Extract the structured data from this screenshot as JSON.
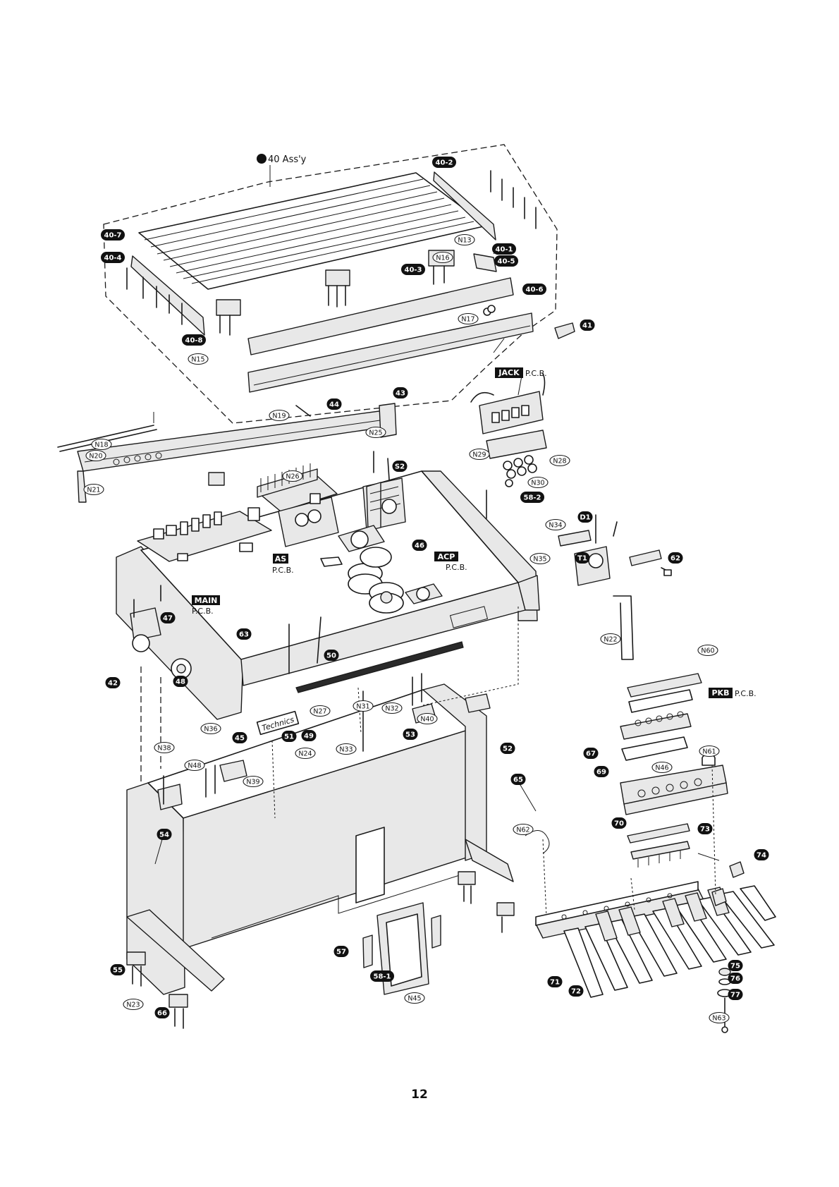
{
  "diagram": {
    "assembly_label": "40 Ass'y",
    "page_number": "12",
    "boards": [
      {
        "id": "jack",
        "tag": "JACK",
        "suffix": "P.C.B."
      },
      {
        "id": "as",
        "tag": "AS",
        "suffix": "P.C.B."
      },
      {
        "id": "acp",
        "tag": "ACP",
        "suffix": "P.C.B."
      },
      {
        "id": "main",
        "tag": "MAIN",
        "suffix": "P.C.B."
      },
      {
        "id": "pkb",
        "tag": "PKB",
        "suffix": "P.C.B."
      }
    ],
    "brand_plate": "Technics",
    "part_callouts": [
      "40-1",
      "40-2",
      "40-3",
      "40-4",
      "40-5",
      "40-6",
      "40-7",
      "40-8",
      "41",
      "42",
      "43",
      "44",
      "45",
      "46",
      "47",
      "48",
      "49",
      "50",
      "51",
      "52",
      "53",
      "54",
      "55",
      "57",
      "58-1",
      "58-2",
      "T1",
      "D1",
      "S2",
      "62",
      "63",
      "65",
      "66",
      "67",
      "69",
      "70",
      "71",
      "72",
      "73",
      "74",
      "75",
      "76",
      "77"
    ],
    "hardware_callouts": [
      "N13",
      "N15",
      "N16",
      "N17",
      "N18",
      "N19",
      "N20",
      "N21",
      "N22",
      "N23",
      "N24",
      "N25",
      "N26",
      "N27",
      "N28",
      "N29",
      "N30",
      "N31",
      "N32",
      "N33",
      "N34",
      "N35",
      "N36",
      "N38",
      "N39",
      "N40",
      "N45",
      "N46",
      "N48",
      "N60",
      "N61",
      "N62",
      "N63"
    ]
  }
}
